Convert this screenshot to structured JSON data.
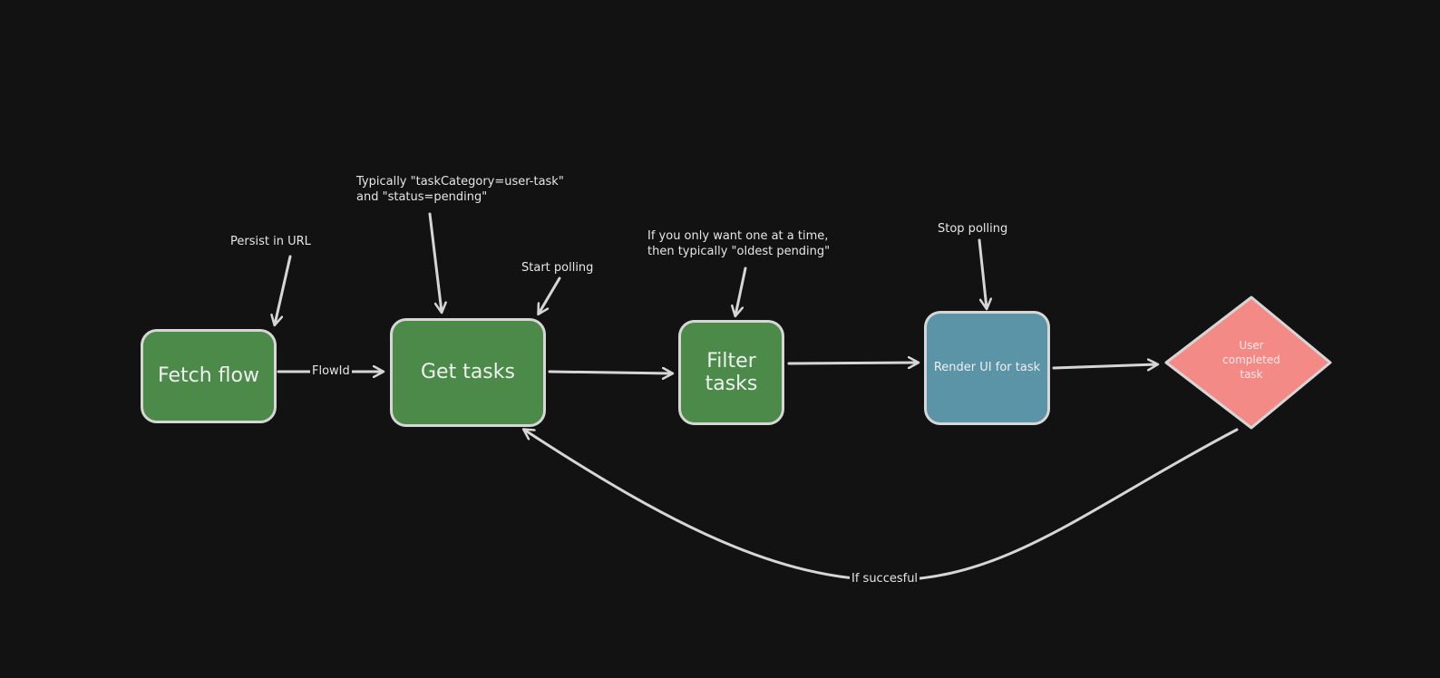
{
  "nodes": {
    "fetch_flow": {
      "label": "Fetch flow",
      "color": "#4b8a48"
    },
    "get_tasks": {
      "label": "Get tasks",
      "color": "#4b8a48"
    },
    "filter_tasks": {
      "label": "Filter\ntasks",
      "color": "#4b8a48"
    },
    "render_ui": {
      "label": "Render UI for task",
      "color": "#5b93a7"
    },
    "user_completed": {
      "label": "User\ncompleted\ntask",
      "color": "#f48a86"
    }
  },
  "notes": {
    "persist_url": "Persist in URL",
    "typically_filter": "Typically \"taskCategory=user-task\"\nand \"status=pending\"",
    "start_polling": "Start polling",
    "one_at_a_time": "If you only want one at a time,\nthen typically \"oldest pending\"",
    "stop_polling": "Stop polling"
  },
  "edges": {
    "flowid": "FlowId",
    "if_successful": "If succesful"
  },
  "colors": {
    "background": "#121212",
    "stroke": "#d6d6d6"
  }
}
